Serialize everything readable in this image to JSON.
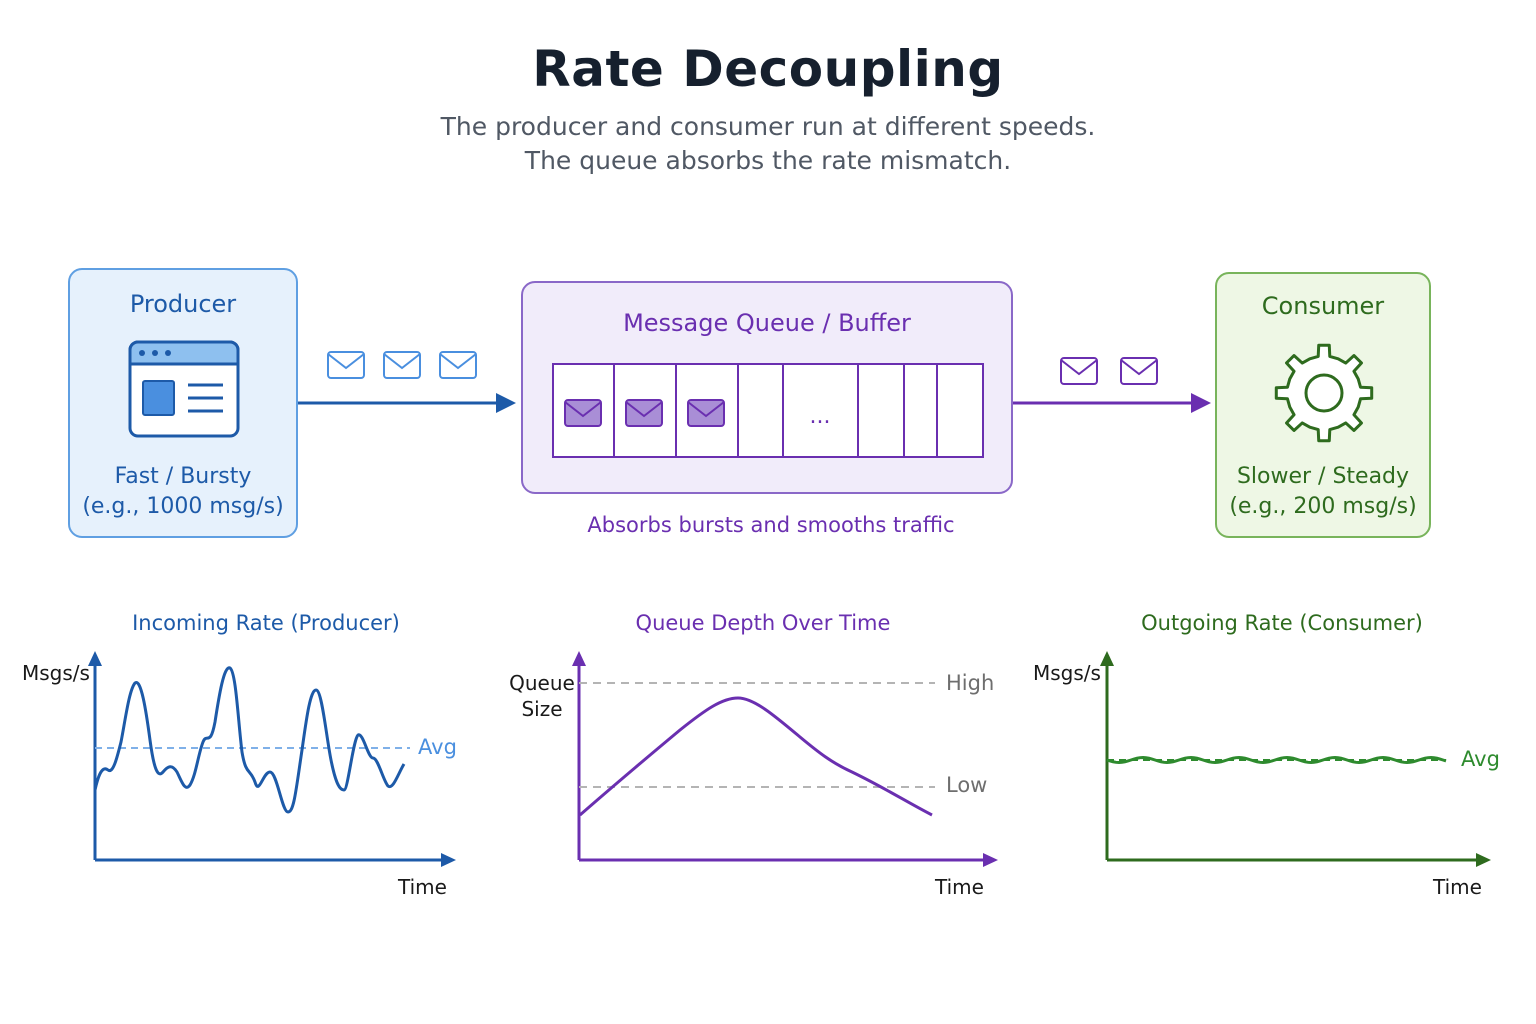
{
  "header": {
    "title": "Rate Decoupling",
    "subtitle_line1": "The producer and consumer run at different speeds.",
    "subtitle_line2": "The queue absorbs the rate mismatch."
  },
  "producer": {
    "title": "Producer",
    "rate_line1": "Fast / Bursty",
    "rate_line2": "(e.g., 1000 msg/s)",
    "icon": "browser-window-icon",
    "color": "#1d5aa8"
  },
  "queue": {
    "title": "Message Queue / Buffer",
    "ellipsis": "...",
    "caption": "Absorbs bursts and smooths traffic",
    "filled_slots": 3,
    "color": "#6a2fb0"
  },
  "consumer": {
    "title": "Consumer",
    "rate_line1": "Slower / Steady",
    "rate_line2": "(e.g., 200 msg/s)",
    "icon": "gear-icon",
    "color": "#2e6b1e"
  },
  "charts": {
    "incoming": {
      "title": "Incoming Rate (Producer)",
      "ylabel": "Msgs/s",
      "xlabel": "Time",
      "avg_label": "Avg"
    },
    "depth": {
      "title": "Queue Depth Over Time",
      "ylabel_line1": "Queue",
      "ylabel_line2": "Size",
      "xlabel": "Time",
      "high_label": "High",
      "low_label": "Low"
    },
    "outgoing": {
      "title": "Outgoing Rate (Consumer)",
      "ylabel": "Msgs/s",
      "xlabel": "Time",
      "avg_label": "Avg"
    }
  }
}
